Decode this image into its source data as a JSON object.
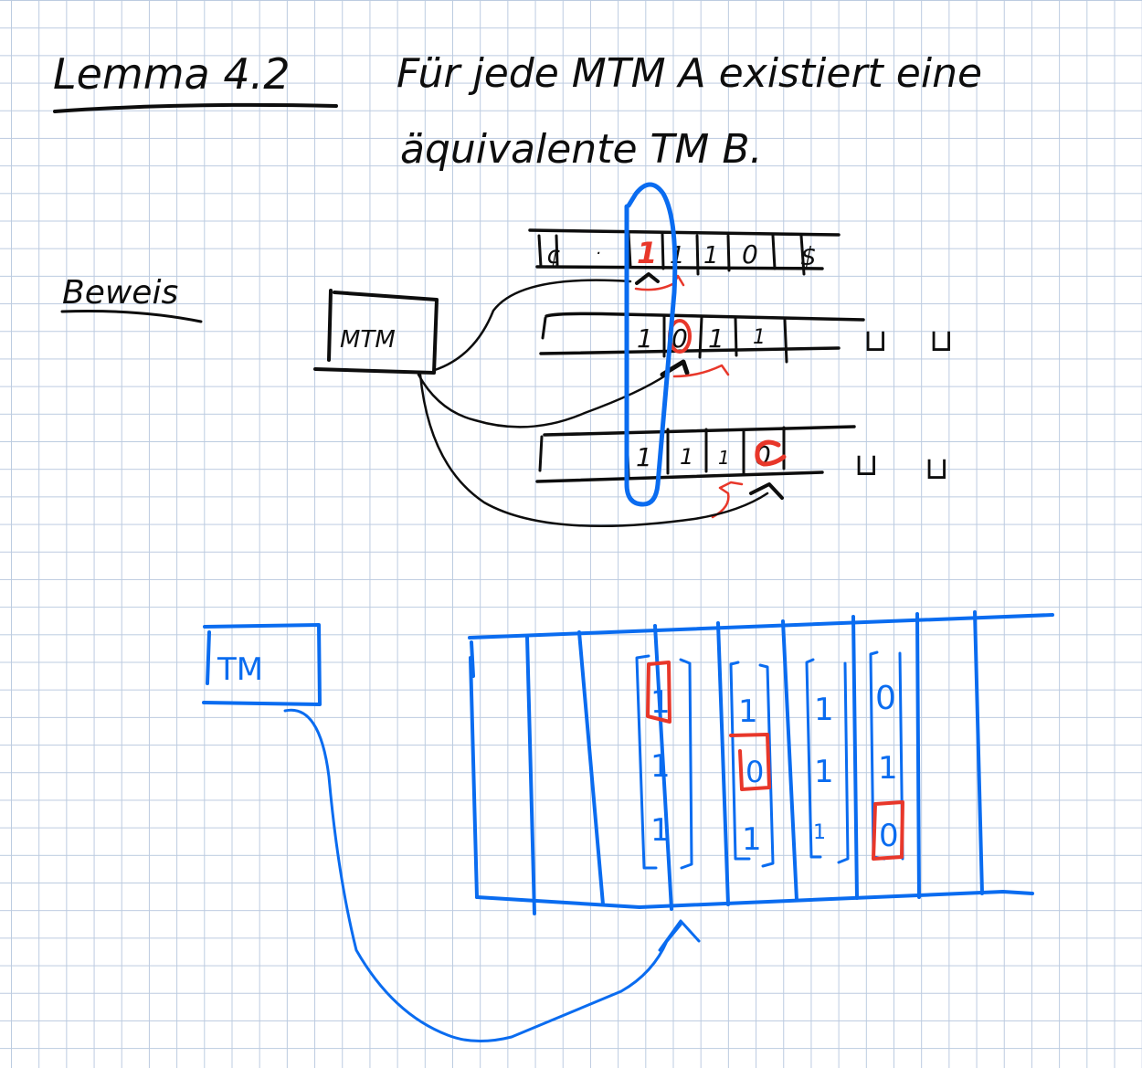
{
  "note": {
    "heading": "Lemma 4.2",
    "statement_line1": "Für jede MTM A existiert eine",
    "statement_line2": "äquivalente TM B.",
    "proof_label": "Beweis"
  },
  "mtm_diagram": {
    "machine_label": "MTM",
    "tapes": [
      {
        "cells": [
          "¢",
          "·",
          "1",
          "1",
          "1",
          "0",
          "$"
        ],
        "head_symbol": "1",
        "trailing_blanks": []
      },
      {
        "cells": [
          "",
          "1",
          "0",
          "1",
          "1"
        ],
        "head_symbol": "0",
        "trailing_blanks": [
          "⊔",
          "⊔"
        ]
      },
      {
        "cells": [
          "",
          "1",
          "1",
          "1",
          "0"
        ],
        "head_symbol": "0",
        "trailing_blanks": [
          "⊔",
          "⊔"
        ]
      }
    ]
  },
  "tm_diagram": {
    "machine_label": "TM",
    "columns": [
      {
        "symbols": [
          "1",
          "1",
          "1"
        ],
        "marked_row": 0
      },
      {
        "symbols": [
          "1",
          "0",
          "1"
        ],
        "marked_row": 1
      },
      {
        "symbols": [
          "1",
          "1",
          "1"
        ],
        "marked_row": null
      },
      {
        "symbols": [
          "0",
          "1",
          "0"
        ],
        "marked_row": 2
      }
    ]
  },
  "colors": {
    "ink_black": "#0d0d0d",
    "ink_blue": "#0a6cf0",
    "ink_red": "#e8372a",
    "grid": "#bccbe0"
  }
}
